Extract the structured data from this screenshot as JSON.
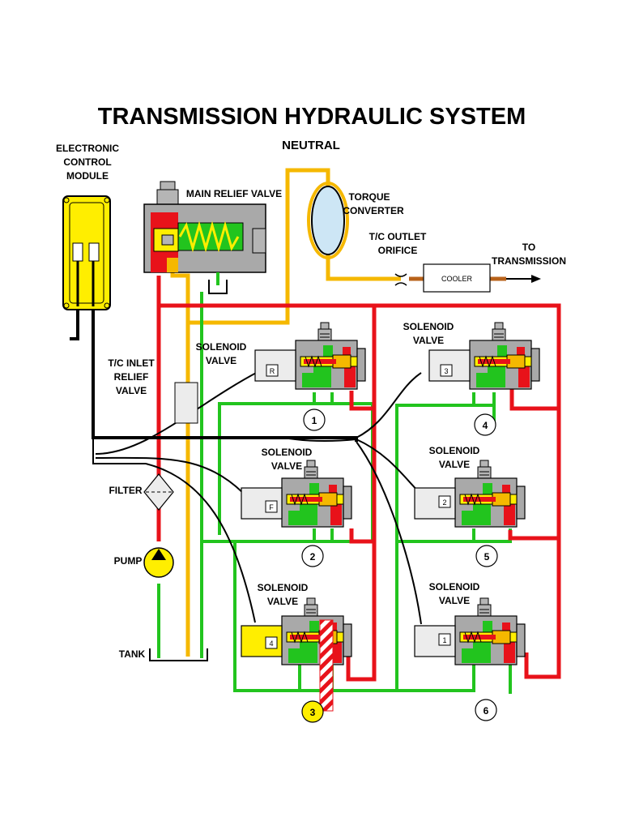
{
  "title": "TRANSMISSION HYDRAULIC SYSTEM",
  "subtitle": "NEUTRAL",
  "labels": {
    "ecm": [
      "ELECTRONIC",
      "CONTROL",
      "MODULE"
    ],
    "main_relief": "MAIN RELIEF VALVE",
    "torque_converter": [
      "TORQUE",
      "CONVERTER"
    ],
    "tc_outlet": [
      "T/C OUTLET",
      "ORIFICE"
    ],
    "to_transmission": [
      "TO",
      "TRANSMISSION"
    ],
    "cooler": "COOLER",
    "tc_inlet": [
      "T/C INLET",
      "RELIEF",
      "VALVE"
    ],
    "filter": "FILTER",
    "pump": "PUMP",
    "tank": "TANK",
    "solenoid": [
      "SOLENOID",
      "VALVE"
    ]
  },
  "solenoids": [
    {
      "id": "R",
      "circle": "1",
      "active": false
    },
    {
      "id": "F",
      "circle": "2",
      "active": false
    },
    {
      "id": "4",
      "circle": "3",
      "active": true
    },
    {
      "id": "3",
      "circle": "4",
      "active": false
    },
    {
      "id": "2",
      "circle": "5",
      "active": false
    },
    {
      "id": "1",
      "circle": "6",
      "active": false
    }
  ],
  "colors": {
    "pressure": "#e8121a",
    "drain": "#22c41e",
    "converter": "#f5b800",
    "wire": "#000000",
    "ecm": "#ffee00",
    "cooler_line": "#b8621a",
    "solenoid_active": "#ffee00"
  }
}
